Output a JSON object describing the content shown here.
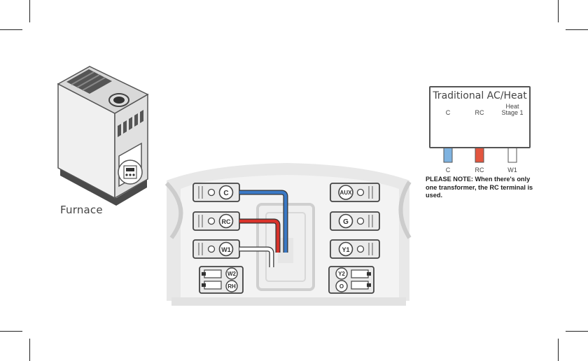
{
  "furnace": {
    "label": "Furnace"
  },
  "legend": {
    "title": "Traditional AC/Heat",
    "terminals_top": [
      "C",
      "RC",
      "Heat\nStage 1"
    ],
    "terminals_bottom": [
      "C",
      "RC",
      "W1"
    ],
    "wire_colors": [
      "#7fb3e0",
      "#e3553f",
      "#ffffff"
    ]
  },
  "note": "PLEASE NOTE:  When there's only one transformer, the RC terminal is used.",
  "thermostat": {
    "left_terminals": [
      "C",
      "RC",
      "W1"
    ],
    "left_dual": [
      "W2",
      "RH"
    ],
    "right_terminals": [
      "AUX",
      "G",
      "Y1"
    ],
    "right_dual": [
      "Y2",
      "O"
    ],
    "wire_colors": {
      "c": "#3b79c5",
      "rc": "#d9332b",
      "w1": "#ffffff"
    }
  }
}
